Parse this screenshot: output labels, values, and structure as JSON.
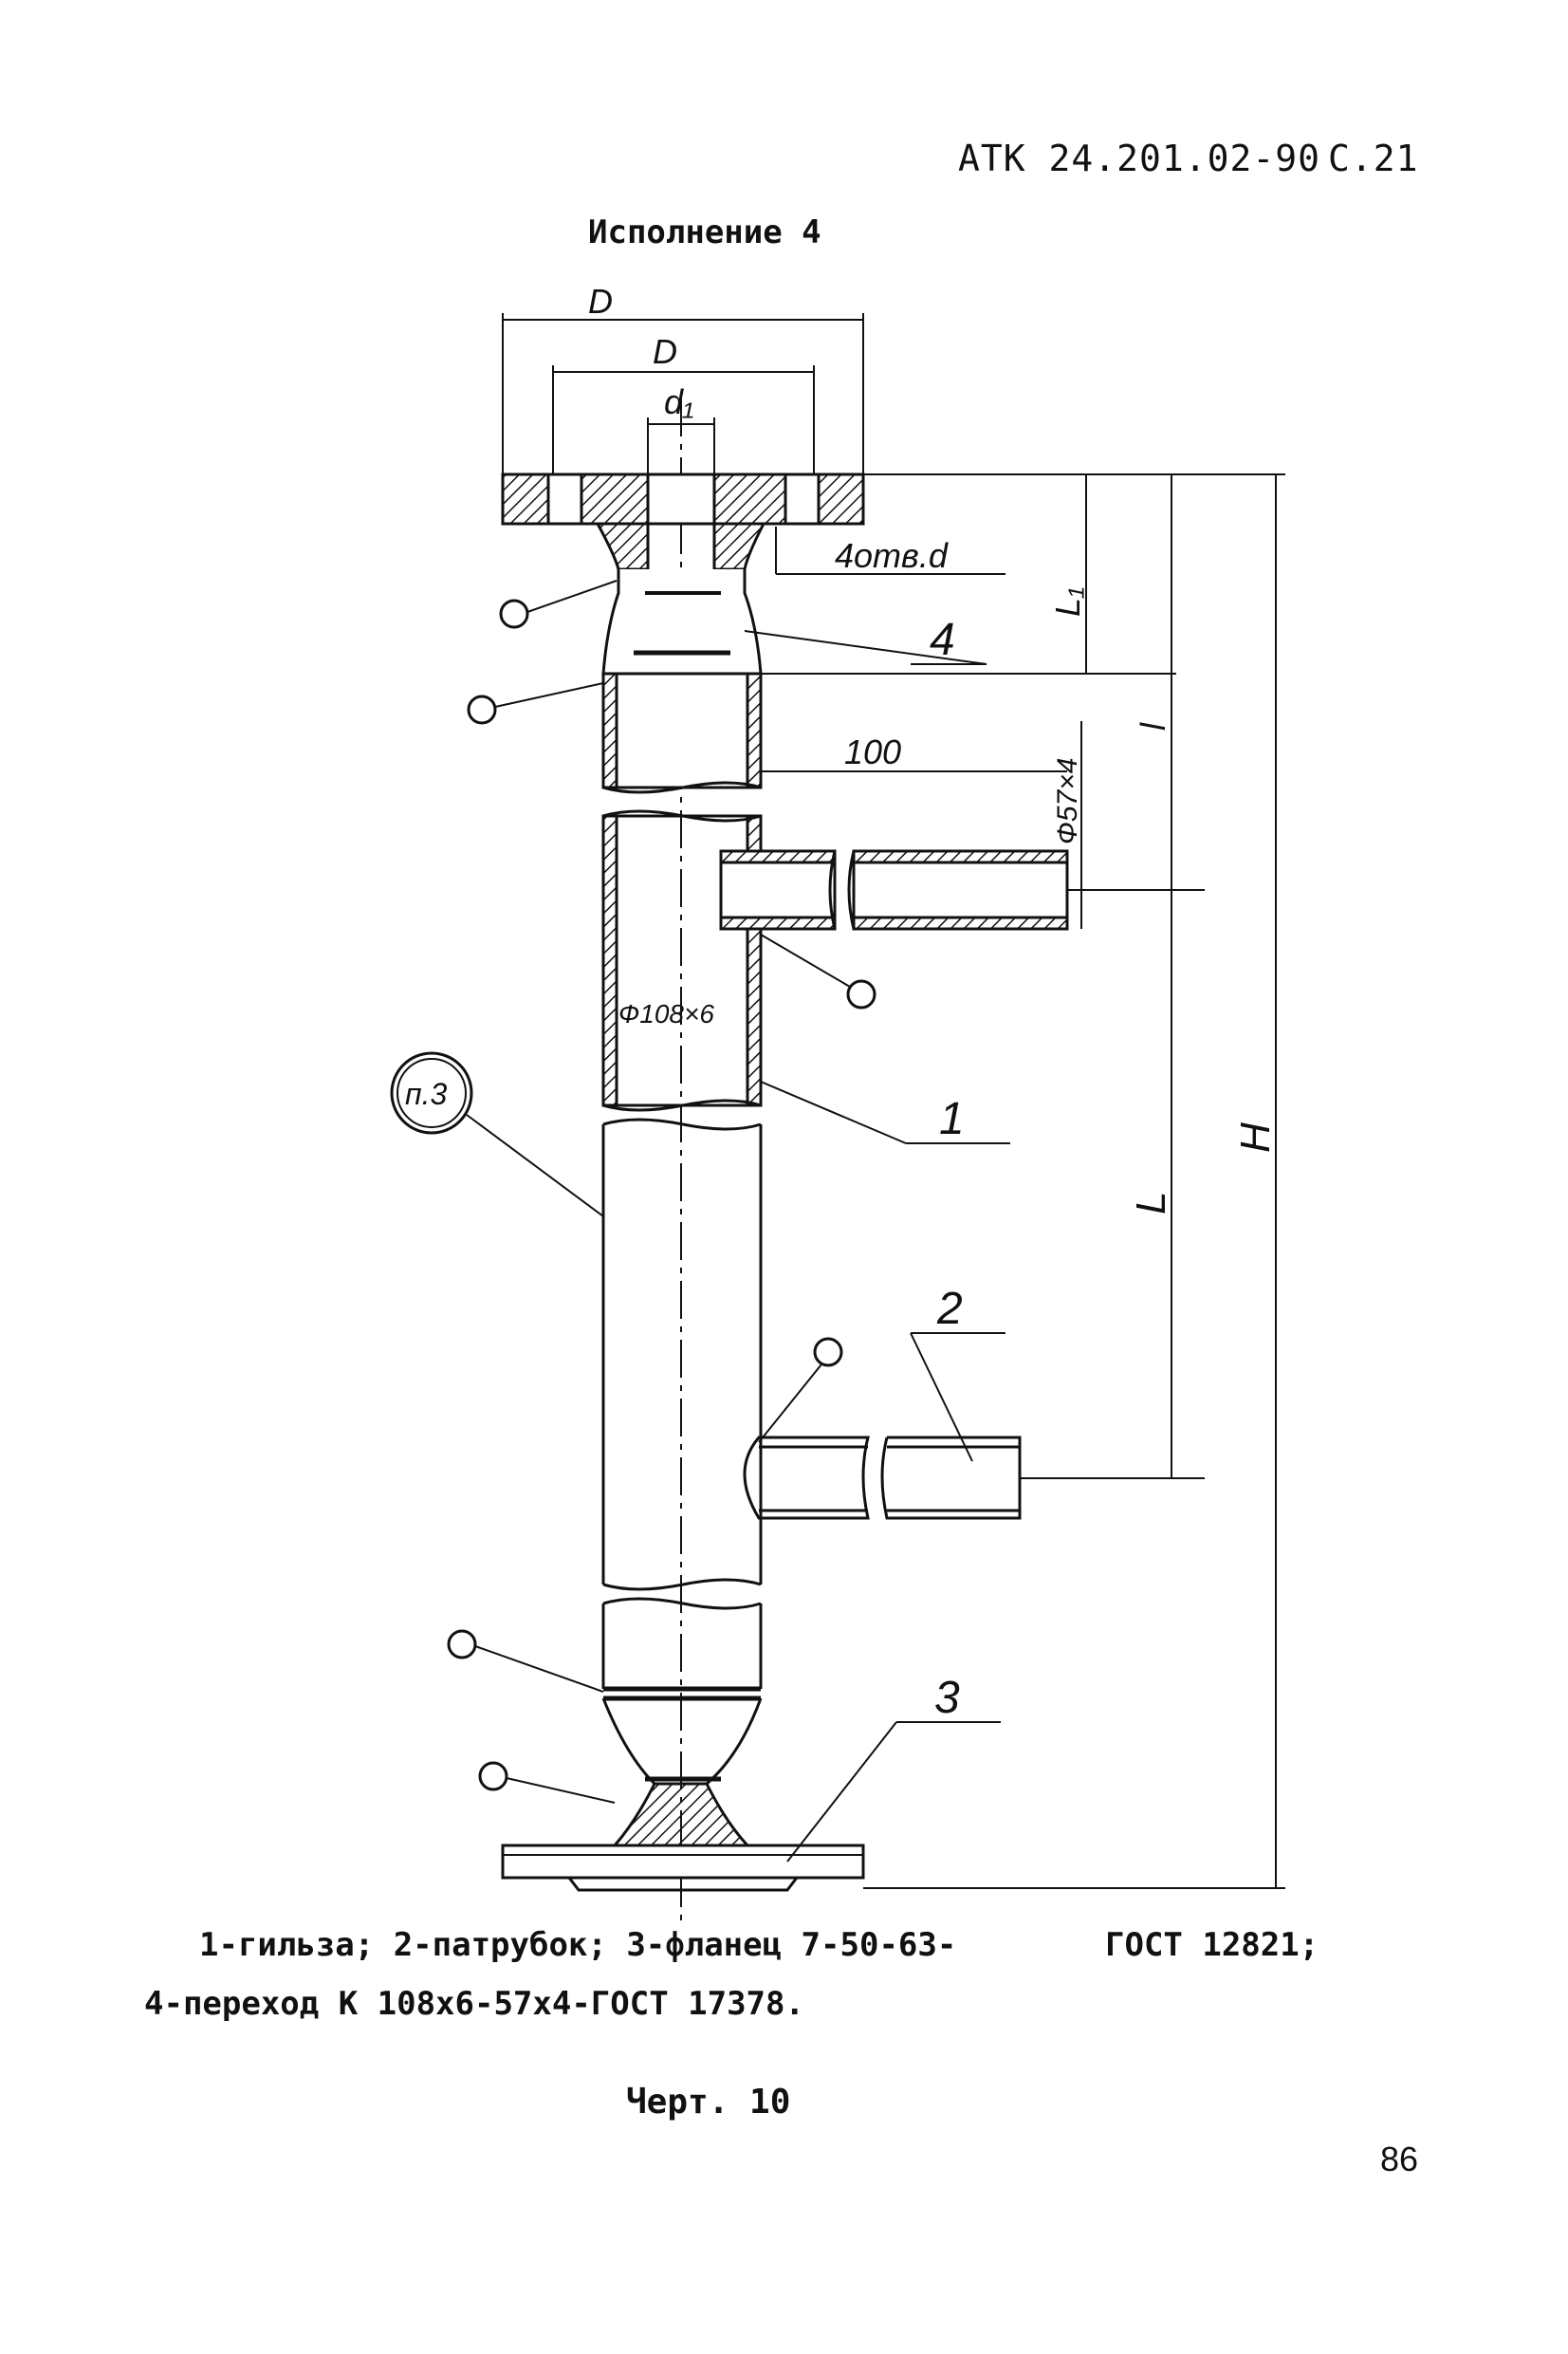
{
  "header": {
    "doc_code": "АТК 24.201.02-90",
    "page_ref": "С.21"
  },
  "variant_title": "Исполнение 4",
  "drawing": {
    "dimensions": {
      "D_outer": "D",
      "D_bolt": "D",
      "d1": "d₁",
      "holes": "4отв.d",
      "L1": "L₁",
      "l": "l",
      "dist_100": "100",
      "pipe_57": "Ф57×4",
      "pipe_108": "Ф108×6",
      "L": "L",
      "H": "H"
    },
    "callouts": {
      "n4": "4",
      "n1": "1",
      "n2": "2",
      "n3": "3",
      "detail": "п.3"
    }
  },
  "legend": {
    "line1": "1-гильза; 2-патрубок; 3-фланец 7-50-63-",
    "line1_std": "ГОСТ 12821;",
    "line2": "4-переход К 108х6-57х4-ГОСТ 17378."
  },
  "figure_caption": "Черт. 10",
  "page_number": "86"
}
